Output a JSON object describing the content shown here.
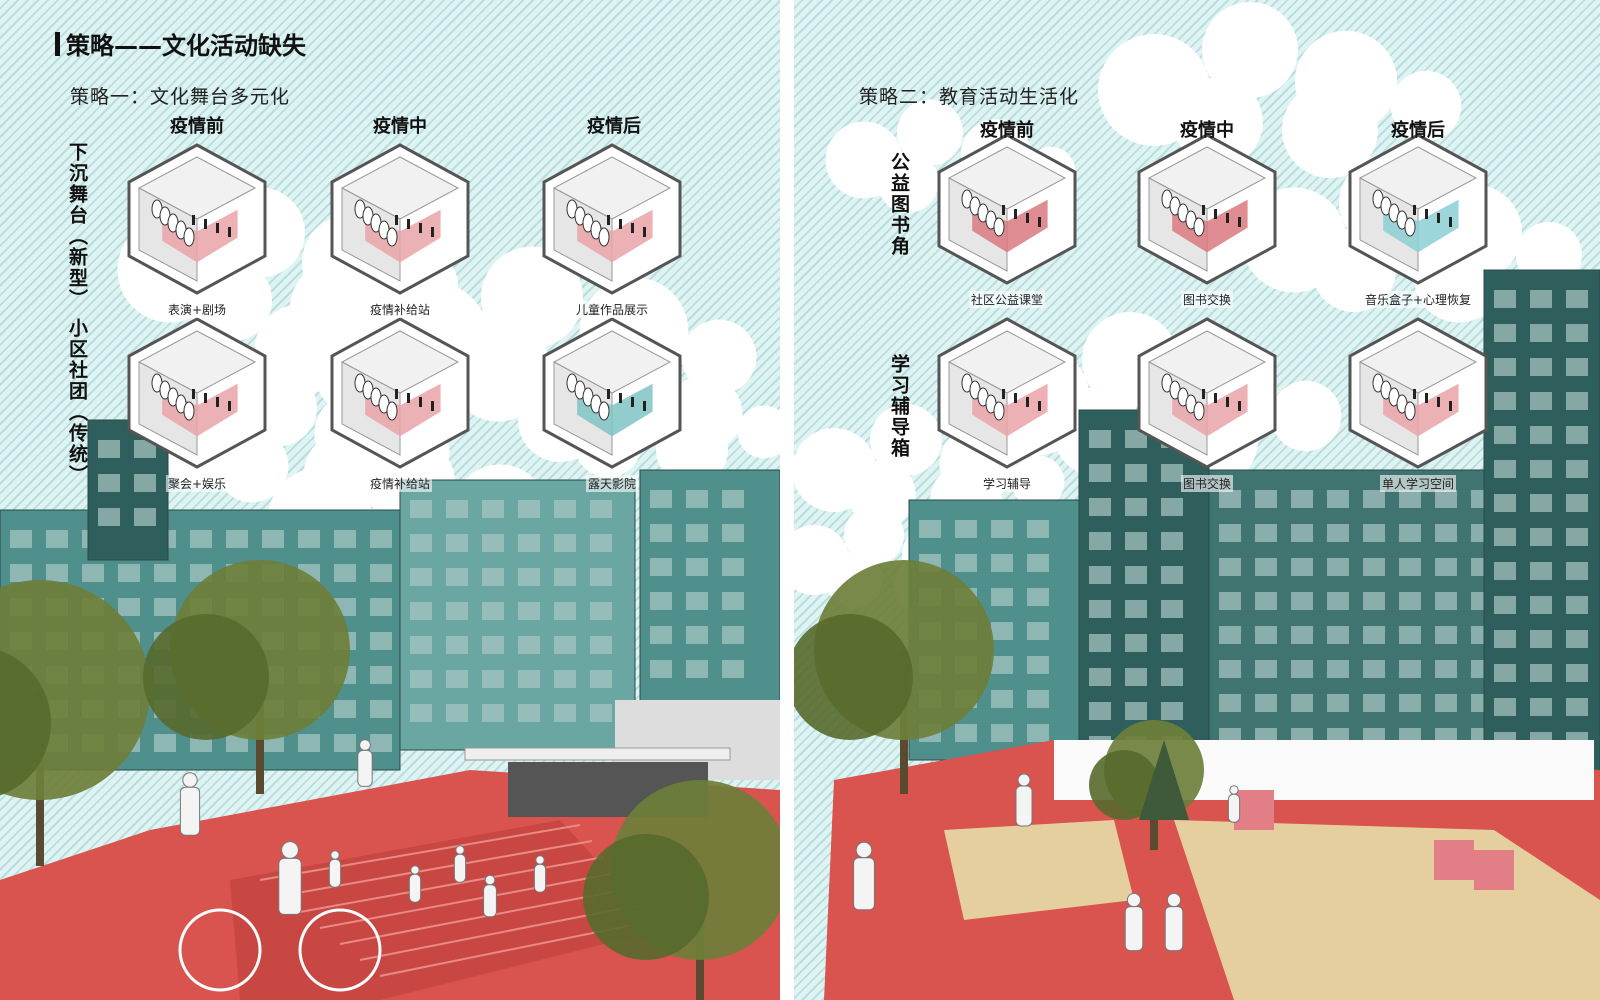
{
  "left": {
    "title": "策略——文化活动缺失",
    "subtitle": "策略一：文化舞台多元化",
    "columns": [
      "疫情前",
      "疫情中",
      "疫情后"
    ],
    "rows": [
      {
        "label": "下沉舞台（新型）"
      },
      {
        "label": "小区社团（传统）"
      }
    ],
    "hexes": [
      {
        "label": "表演+剧场",
        "accent": "#e9a3a8"
      },
      {
        "label": "疫情补给站",
        "accent": "#e9a3a8"
      },
      {
        "label": "儿童作品展示",
        "accent": "#e9a3a8"
      },
      {
        "label": "聚会+娱乐",
        "accent": "#e9a3a8"
      },
      {
        "label": "疫情补给站",
        "accent": "#e9a3a8"
      },
      {
        "label": "露天影院",
        "accent": "#7fc3c3"
      }
    ]
  },
  "right": {
    "subtitle": "策略二：教育活动生活化",
    "columns": [
      "疫情前",
      "疫情中",
      "疫情后"
    ],
    "rows": [
      {
        "label": "公益图书角"
      },
      {
        "label": "学习辅导箱"
      }
    ],
    "hexes": [
      {
        "label": "社区公益课堂",
        "accent": "#d9787f"
      },
      {
        "label": "图书交换",
        "accent": "#d9787f"
      },
      {
        "label": "音乐盒子+心理恢复",
        "accent": "#8ccfd3"
      },
      {
        "label": "学习辅导",
        "accent": "#e9a3a8"
      },
      {
        "label": "图书交换",
        "accent": "#e9a3a8"
      },
      {
        "label": "单人学习空间",
        "accent": "#e9a3a8"
      }
    ]
  },
  "colors": {
    "sky_hatch": "#b9dede",
    "building": "#4f8f8c",
    "building_dark": "#2f5f5c",
    "ground": "#d9534f",
    "deck": "#e6cf9f",
    "tree": "#6e7f3a"
  }
}
